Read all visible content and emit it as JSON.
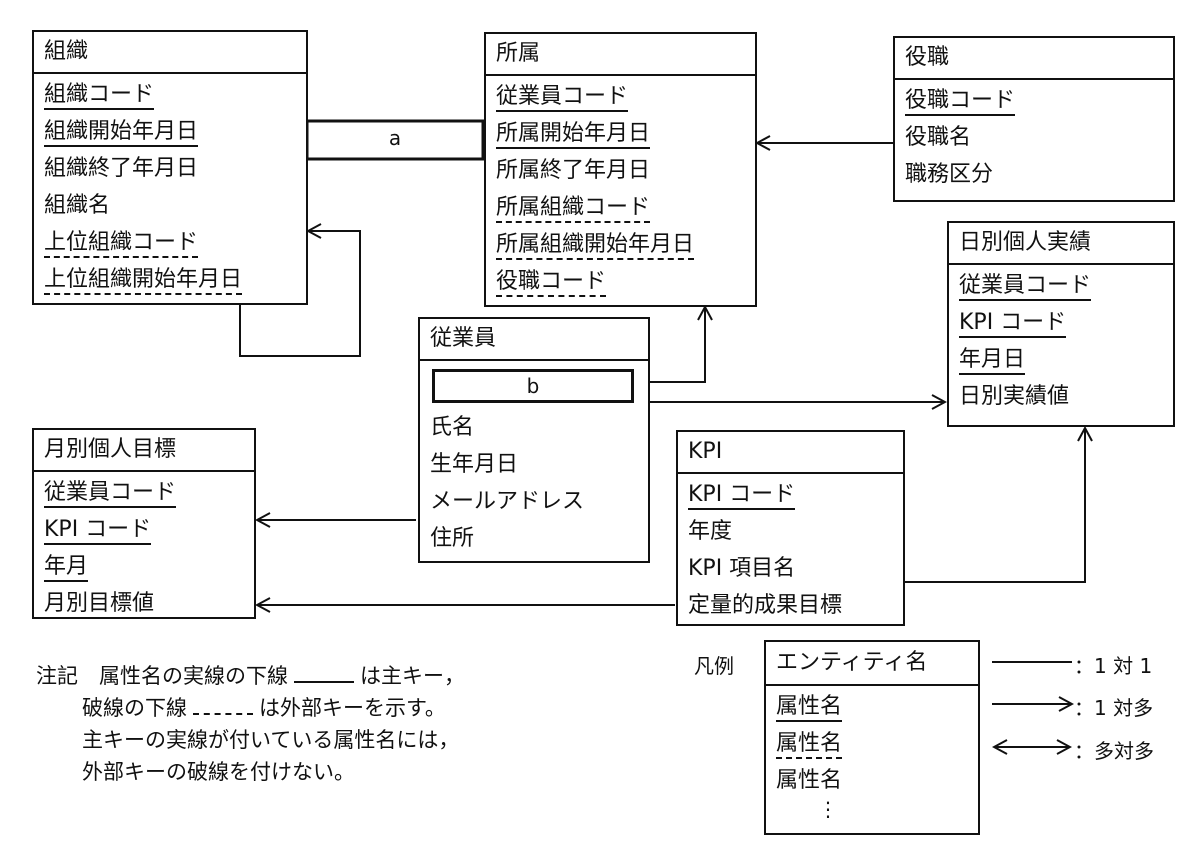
{
  "entities": {
    "soshiki": {
      "name": "組織",
      "attrs": [
        "組織コード",
        "組織開始年月日",
        "組織終了年月日",
        "組織名",
        "上位組織コード",
        "上位組織開始年月日"
      ]
    },
    "shozoku": {
      "name": "所属",
      "attrs": [
        "従業員コード",
        "所属開始年月日",
        "所属終了年月日",
        "所属組織コード",
        "所属組織開始年月日",
        "役職コード"
      ]
    },
    "yakushoku": {
      "name": "役職",
      "attrs": [
        "役職コード",
        "役職名",
        "職務区分"
      ]
    },
    "nichibetsu": {
      "name": "日別個人実績",
      "attrs": [
        "従業員コード",
        "KPI コード",
        "年月日",
        "日別実績値"
      ]
    },
    "jugyoin": {
      "name": "従業員",
      "blank": "b",
      "attrs": [
        "氏名",
        "生年月日",
        "メールアドレス",
        "住所"
      ]
    },
    "getsubetsu": {
      "name": "月別個人目標",
      "attrs": [
        "従業員コード",
        "KPI コード",
        "年月",
        "月別目標値"
      ]
    },
    "kpi": {
      "name": "KPI",
      "attrs": [
        "KPI コード",
        "年度",
        "KPI 項目名",
        "定量的成果目標"
      ]
    }
  },
  "blank_a": "a",
  "note": {
    "line1_prefix": "注記　属性名の実線の下線",
    "line1_suffix": "は主キー，",
    "line2_prefix": "破線の下線",
    "line2_suffix": "は外部キーを示す。",
    "line3": "主キーの実線が付いている属性名には，",
    "line4": "外部キーの破線を付けない。"
  },
  "legend": {
    "label": "凡例",
    "entity_name": "エンティティ名",
    "attr": "属性名",
    "dots": "⋮",
    "one_to_one": "：1 対 1",
    "one_to_many": "：1 対多",
    "many_to_many": "：多対多"
  }
}
